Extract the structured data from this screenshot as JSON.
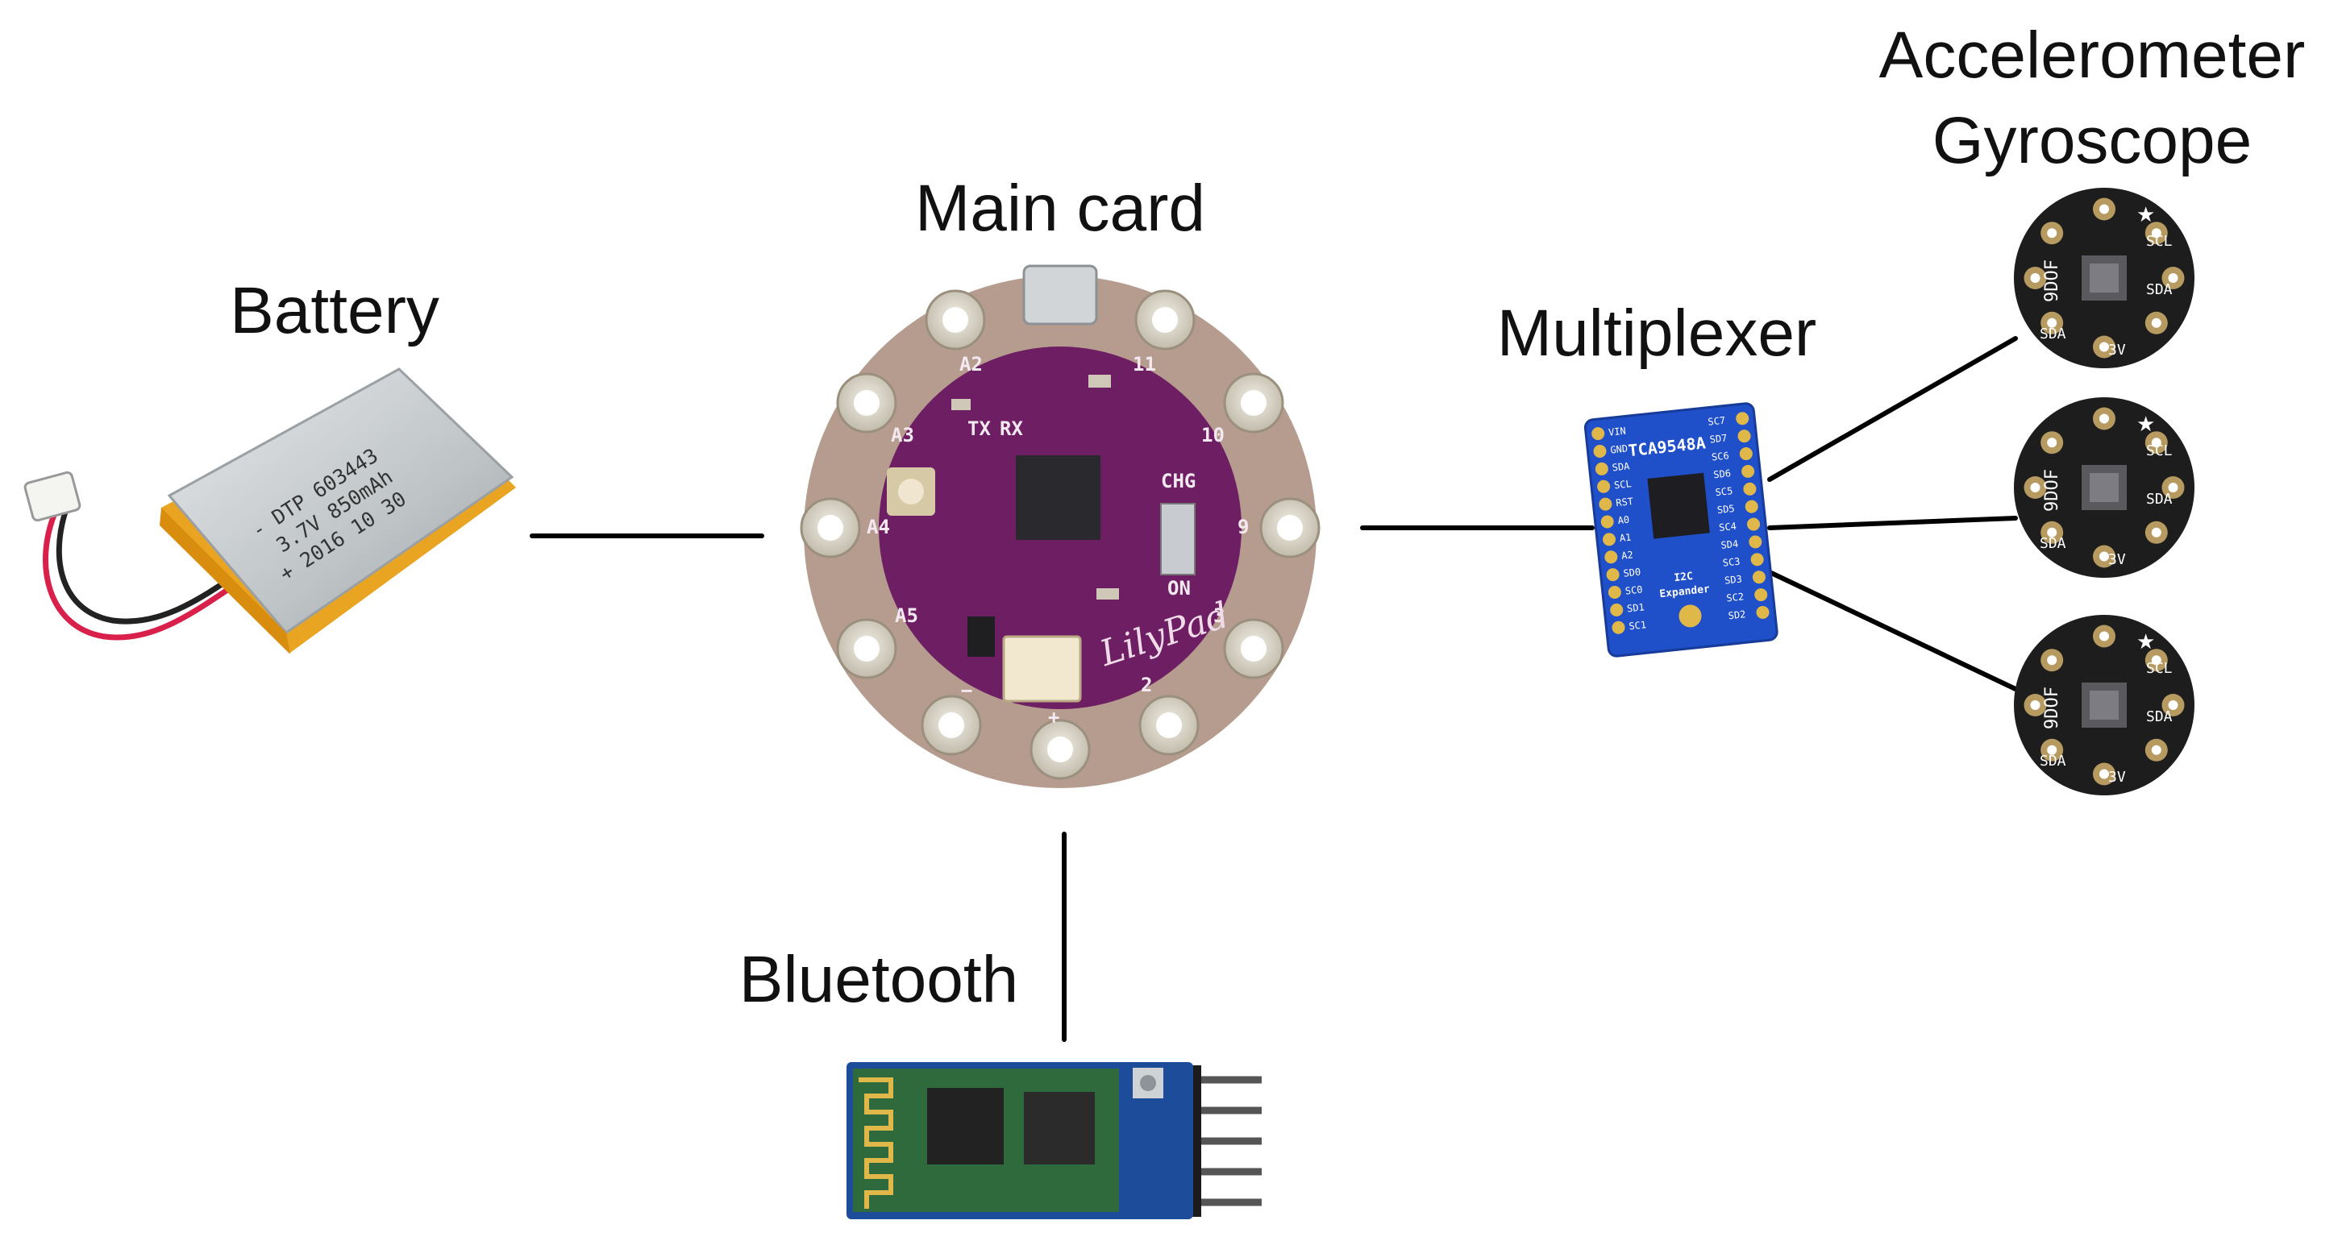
{
  "labels": {
    "battery": "Battery",
    "main_card": "Main card",
    "multiplexer": "Multiplexer",
    "sensor_line1": "Accelerometer",
    "sensor_line2": "Gyroscope",
    "bluetooth": "Bluetooth"
  },
  "battery": {
    "line1": "- DTP 603443",
    "line2": "3.7V 850mAh",
    "line3": "+ 2016 10 30"
  },
  "lilypad": {
    "logo": "LilyPad",
    "pins": [
      "A2",
      "A3",
      "A4",
      "A5",
      "11",
      "10",
      "9",
      "3",
      "2"
    ],
    "tx": "TX",
    "rx": "RX",
    "chg": "CHG",
    "on": "ON",
    "minus": "−",
    "plus": "+"
  },
  "multiplexer": {
    "chip": "TCA9548A",
    "left_pins": [
      "VIN",
      "GND",
      "SDA",
      "SCL",
      "RST",
      "A0",
      "A1",
      "A2",
      "SD0",
      "SC0",
      "SD1",
      "SC1"
    ],
    "right_pins": [
      "SC7",
      "SD7",
      "SC6",
      "SD6",
      "SC5",
      "SD5",
      "SC4",
      "SD4",
      "SC3",
      "SD3",
      "SC2",
      "SD2"
    ],
    "sub1": "I2C",
    "sub2": "Expander"
  },
  "sensor": {
    "name": "9DOF",
    "pins": [
      "SCL",
      "SDA",
      "SDA",
      "3V"
    ]
  },
  "colors": {
    "line": "#000000",
    "lilypad_purple": "#6e1f63",
    "lilypad_board": "#b59c8e",
    "mux_blue": "#1f4fc9",
    "sensor_black": "#1d1d1d",
    "sensor_gold": "#b69a60",
    "bt_blue": "#1d4d9a",
    "bt_green": "#2f6a3d",
    "battery_gold": "#e9a521",
    "battery_silver": "#c9cdd0"
  }
}
